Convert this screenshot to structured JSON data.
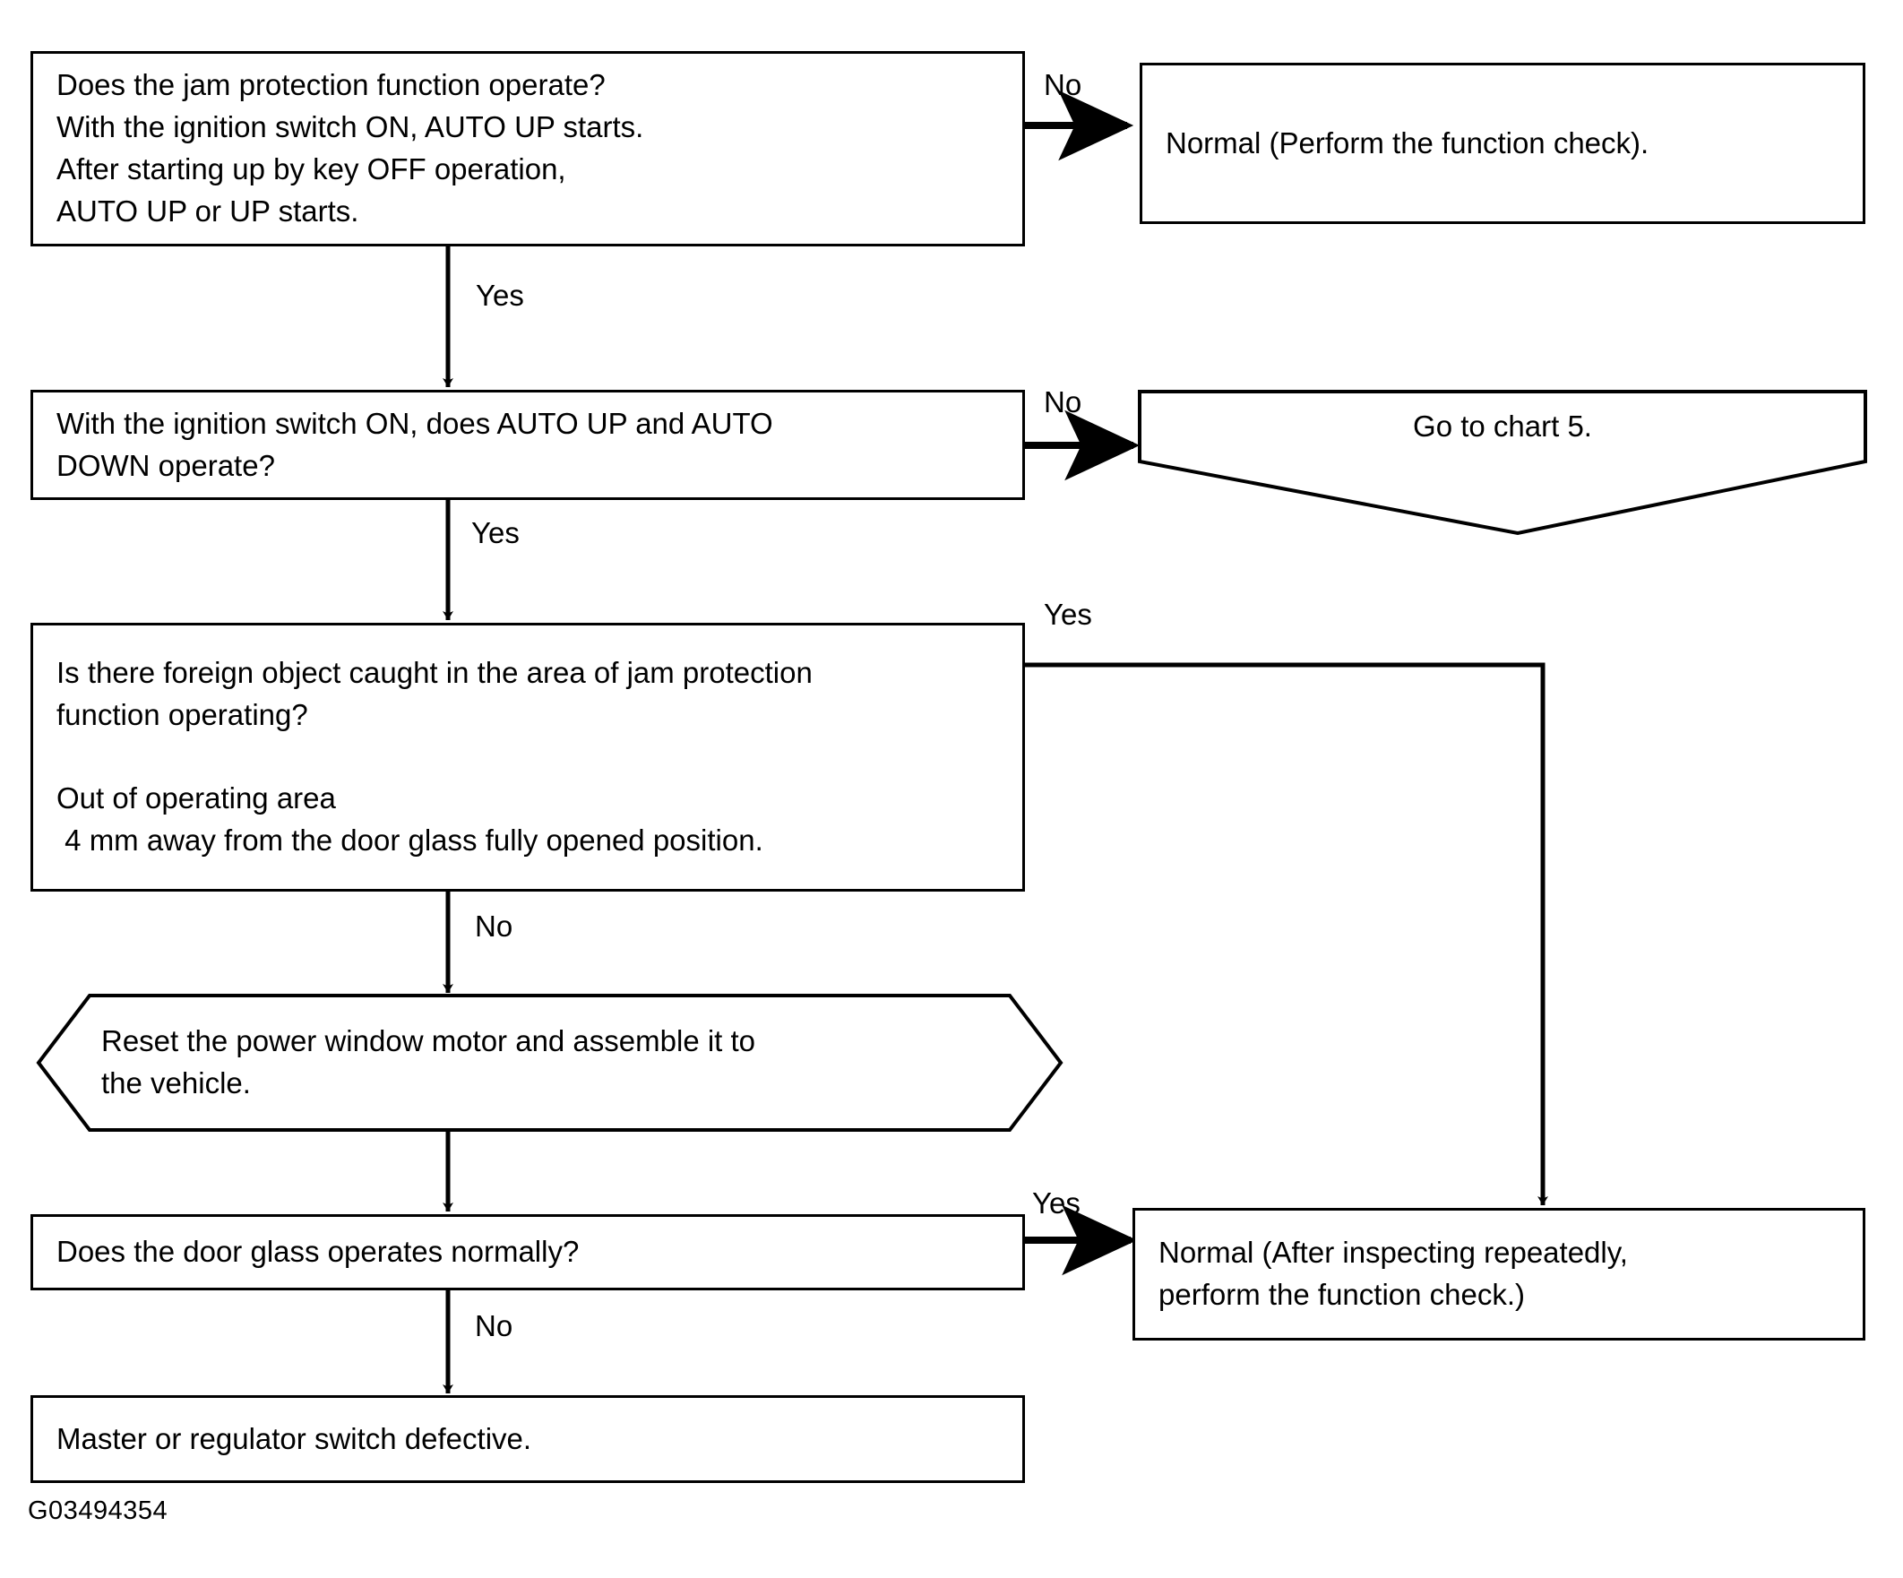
{
  "diagram": {
    "type": "flowchart",
    "figure_code": "G03494354",
    "nodes": [
      {
        "id": "q1",
        "shape": "rectangle",
        "text": "Does the jam protection function operate?\nWith the ignition switch ON, AUTO UP starts.\nAfter starting up by key OFF operation,\nAUTO UP or UP starts."
      },
      {
        "id": "r1",
        "shape": "rectangle",
        "text": "Normal (Perform the function check)."
      },
      {
        "id": "q2",
        "shape": "rectangle",
        "text": "With the ignition switch ON, does AUTO UP and AUTO\nDOWN operate?"
      },
      {
        "id": "r2",
        "shape": "pentagon-down",
        "text": "Go to chart 5."
      },
      {
        "id": "q3",
        "shape": "rectangle",
        "text": "Is there foreign object caught in the area of jam protection\nfunction operating?\n\nOut of operating area\n 4 mm away from the door glass fully opened position."
      },
      {
        "id": "a1",
        "shape": "hexagon",
        "text": "Reset the power window motor and assemble it to\nthe vehicle."
      },
      {
        "id": "q4",
        "shape": "rectangle",
        "text": "Does the door glass operates normally?"
      },
      {
        "id": "r3",
        "shape": "rectangle",
        "text": "Normal (After inspecting repeatedly,\nperform the function check.)"
      },
      {
        "id": "r4",
        "shape": "rectangle",
        "text": "Master or regulator switch defective."
      }
    ],
    "edge_labels": {
      "q1_no": "No",
      "q1_yes": "Yes",
      "q2_no": "No",
      "q2_yes": "Yes",
      "q3_yes": "Yes",
      "q3_no": "No",
      "q4_yes": "Yes",
      "q4_no": "No"
    },
    "colors": {
      "stroke": "#000000",
      "fill": "#ffffff",
      "text": "#000000"
    }
  }
}
